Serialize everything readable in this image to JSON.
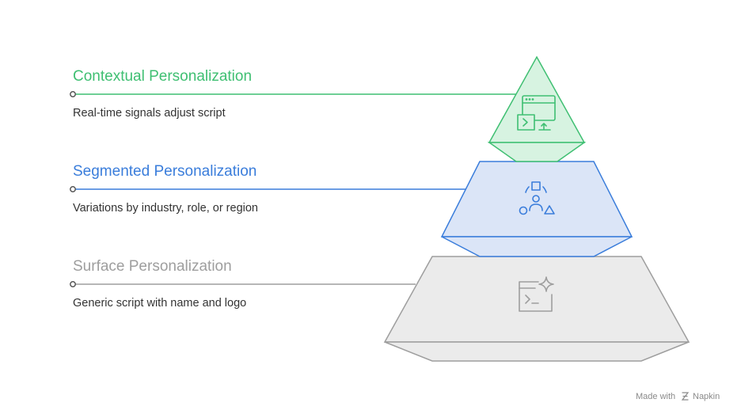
{
  "levels": [
    {
      "title": "Contextual Personalization",
      "description": "Real-time signals adjust script",
      "icon": "terminal-window-refresh-icon",
      "color": "#3fbf72",
      "fill": "#d7f3e1",
      "dark": "#3fbf72"
    },
    {
      "title": "Segmented Personalization",
      "description": "Variations by industry, role, or region",
      "icon": "user-shapes-segments-icon",
      "color": "#3a7ddb",
      "fill": "#dbe5f7",
      "dark": "#3a7ddb"
    },
    {
      "title": "Surface Personalization",
      "description": "Generic script with name and logo",
      "icon": "terminal-sparkle-icon",
      "color": "#9e9e9e",
      "fill": "#ebebeb",
      "dark": "#9e9e9e"
    }
  ],
  "footer": {
    "made_with": "Made with",
    "brand": "Napkin",
    "brand_icon": "napkin-logo-icon"
  }
}
